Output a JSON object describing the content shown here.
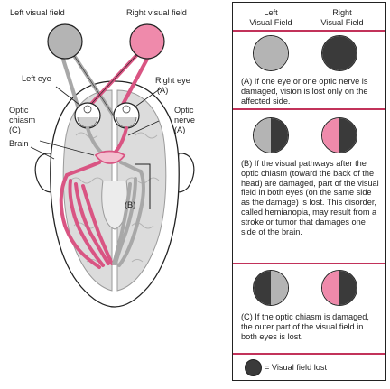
{
  "colors": {
    "intact_left": "#b4b4b4",
    "intact_right": "#ef8aab",
    "lost": "#3a3a3a",
    "pathway_left": "#a8a8a8",
    "pathway_right": "#d95583",
    "separator": "#c2325a",
    "brain": "#d9d9d9"
  },
  "diagram": {
    "labels": {
      "left_visual_field": "Left visual field",
      "right_visual_field": "Right visual field",
      "left_eye": "Left eye",
      "right_eye": "Right eye",
      "right_eye_marker": "(A)",
      "optic_chiasm_line1": "Optic",
      "optic_chiasm_line2": "chiasm",
      "optic_chiasm_marker": "(C)",
      "optic_nerve_line1": "Optic",
      "optic_nerve_line2": "nerve",
      "optic_nerve_marker": "(A)",
      "brain": "Brain",
      "pathway_marker": "(B)"
    }
  },
  "panel": {
    "header_left_line1": "Left",
    "header_left_line2": "Visual Field",
    "header_right_line1": "Right",
    "header_right_line2": "Visual Field",
    "sections": [
      {
        "id": "A",
        "left_field": "lost-none",
        "right_field": "lost-full",
        "caption": "(A) If one eye or one optic nerve is damaged, vision is lost only on the affected side."
      },
      {
        "id": "B",
        "left_field": "right-half-lost",
        "right_field": "right-half-lost",
        "caption": "(B) If the visual pathways after the optic chiasm (toward the back of the head) are damaged, part of the visual field in both eyes (on the same side as the damage) is lost. This disorder, called hemianopia, may result from a stroke or tumor that damages one side of the brain."
      },
      {
        "id": "C",
        "left_field": "left-half-lost",
        "right_field": "right-half-lost",
        "caption": "(C) If the optic chiasm is damaged, the outer part of the visual field in both eyes is lost."
      }
    ],
    "legend": "= Visual field lost"
  }
}
